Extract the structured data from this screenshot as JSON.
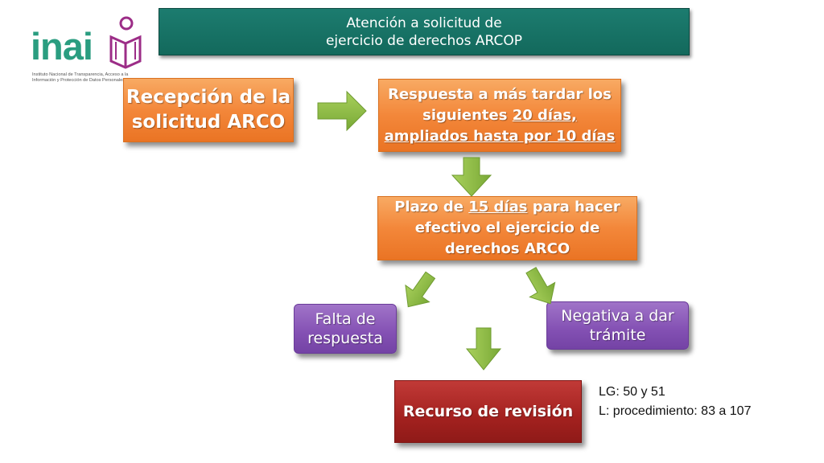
{
  "logo": {
    "wordmark": "inai",
    "subtitle": "Instituto Nacional de Transparencia, Acceso a la Información y Protección de Datos Personales"
  },
  "header": {
    "line1": "Atención a solicitud  de",
    "line2": "ejercicio de derechos ARCOP"
  },
  "nodes": {
    "recepcion": {
      "line1": "Recepción de la",
      "line2": "solicitud ARCO"
    },
    "respuesta": {
      "line1": "Respuesta a más tardar los",
      "line2_pre": "siguientes ",
      "line2_u": "20 días,",
      "line3_u": "ampliados hasta por 10 días"
    },
    "plazo": {
      "line1_pre": "Plazo de ",
      "line1_u": "15 días",
      "line1_post": " para hacer",
      "line2": "efectivo el ejercicio de",
      "line3": "derechos ARCO"
    },
    "falta": {
      "line1": "Falta de",
      "line2": "respuesta"
    },
    "negativa": {
      "line1": "Negativa a dar",
      "line2": "trámite"
    },
    "recurso": {
      "label": "Recurso de revisión"
    }
  },
  "note": {
    "line1": "LG: 50 y 51",
    "line2": "L: procedimiento: 83 a 107"
  },
  "colors": {
    "header": "#13695c",
    "orange": "#f3873a",
    "purple": "#8350b3",
    "red": "#a3211f",
    "arrow": "#8dbf45",
    "logo_green": "#2a9d80",
    "logo_magenta": "#9c2d87"
  }
}
